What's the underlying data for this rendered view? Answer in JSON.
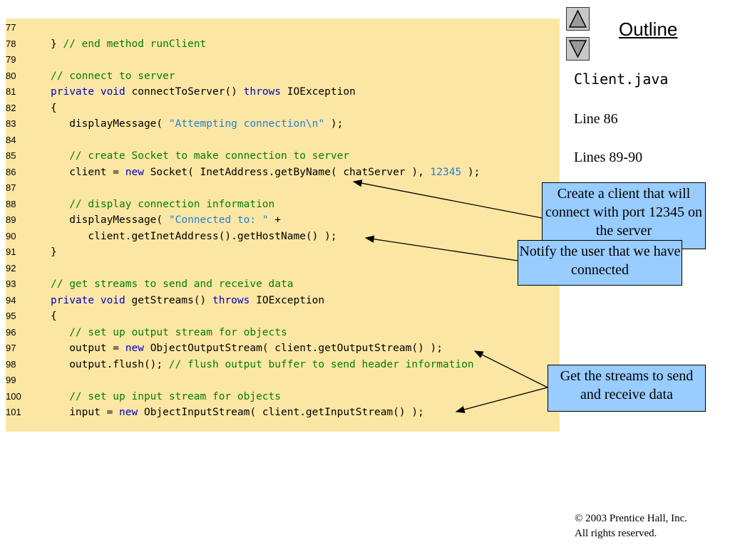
{
  "code_lines": [
    {
      "num": "77",
      "tokens": []
    },
    {
      "num": "78",
      "tokens": [
        {
          "t": "plain",
          "v": "} "
        },
        {
          "t": "comment",
          "v": "// end method runClient"
        }
      ]
    },
    {
      "num": "79",
      "tokens": []
    },
    {
      "num": "80",
      "tokens": [
        {
          "t": "comment",
          "v": "// connect to server"
        }
      ]
    },
    {
      "num": "81",
      "tokens": [
        {
          "t": "keyword",
          "v": "private"
        },
        {
          "t": "plain",
          "v": " "
        },
        {
          "t": "keyword",
          "v": "void"
        },
        {
          "t": "plain",
          "v": " connectToServer() "
        },
        {
          "t": "keyword",
          "v": "throws"
        },
        {
          "t": "plain",
          "v": " IOException"
        }
      ]
    },
    {
      "num": "82",
      "tokens": [
        {
          "t": "plain",
          "v": "{"
        }
      ]
    },
    {
      "num": "83",
      "tokens": [
        {
          "t": "plain",
          "v": "   displayMessage( "
        },
        {
          "t": "string",
          "v": "\"Attempting connection\\n\""
        },
        {
          "t": "plain",
          "v": " );"
        }
      ]
    },
    {
      "num": "84",
      "tokens": []
    },
    {
      "num": "85",
      "tokens": [
        {
          "t": "comment",
          "v": "   // create Socket to make connection to server"
        }
      ]
    },
    {
      "num": "86",
      "tokens": [
        {
          "t": "plain",
          "v": "   client = "
        },
        {
          "t": "keyword",
          "v": "new"
        },
        {
          "t": "plain",
          "v": " Socket( InetAddress.getByName( chatServer ), "
        },
        {
          "t": "number",
          "v": "12345"
        },
        {
          "t": "plain",
          "v": " );"
        }
      ]
    },
    {
      "num": "87",
      "tokens": []
    },
    {
      "num": "88",
      "tokens": [
        {
          "t": "comment",
          "v": "   // display connection information"
        }
      ]
    },
    {
      "num": "89",
      "tokens": [
        {
          "t": "plain",
          "v": "   displayMessage( "
        },
        {
          "t": "string",
          "v": "\"Connected to: \""
        },
        {
          "t": "plain",
          "v": " +"
        }
      ]
    },
    {
      "num": "90",
      "tokens": [
        {
          "t": "plain",
          "v": "      client.getInetAddress().getHostName() );"
        }
      ]
    },
    {
      "num": "91",
      "tokens": [
        {
          "t": "plain",
          "v": "}"
        }
      ]
    },
    {
      "num": "92",
      "tokens": []
    },
    {
      "num": "93",
      "tokens": [
        {
          "t": "comment",
          "v": "// get streams to send and receive data"
        }
      ]
    },
    {
      "num": "94",
      "tokens": [
        {
          "t": "keyword",
          "v": "private"
        },
        {
          "t": "plain",
          "v": " "
        },
        {
          "t": "keyword",
          "v": "void"
        },
        {
          "t": "plain",
          "v": " getStreams() "
        },
        {
          "t": "keyword",
          "v": "throws"
        },
        {
          "t": "plain",
          "v": " IOException"
        }
      ]
    },
    {
      "num": "95",
      "tokens": [
        {
          "t": "plain",
          "v": "{"
        }
      ]
    },
    {
      "num": "96",
      "tokens": [
        {
          "t": "comment",
          "v": "   // set up output stream for objects"
        }
      ]
    },
    {
      "num": "97",
      "tokens": [
        {
          "t": "plain",
          "v": "   output = "
        },
        {
          "t": "keyword",
          "v": "new"
        },
        {
          "t": "plain",
          "v": " ObjectOutputStream( client.getOutputStream() );"
        }
      ]
    },
    {
      "num": "98",
      "tokens": [
        {
          "t": "plain",
          "v": "   output.flush(); "
        },
        {
          "t": "comment",
          "v": "// flush output buffer to send header information"
        }
      ]
    },
    {
      "num": "99",
      "tokens": []
    },
    {
      "num": "100",
      "tokens": [
        {
          "t": "comment",
          "v": "   // set up input stream for objects"
        }
      ]
    },
    {
      "num": "101",
      "tokens": [
        {
          "t": "plain",
          "v": "   input = "
        },
        {
          "t": "keyword",
          "v": "new"
        },
        {
          "t": "plain",
          "v": " ObjectInputStream( client.getInputStream() );"
        }
      ]
    }
  ],
  "sidebar": {
    "title": "Outline",
    "file_name": "Client.java",
    "line_refs": [
      "Line 86",
      "Lines 89-90"
    ]
  },
  "callouts": [
    {
      "text": "Create a client that will connect with port 12345 on the server"
    },
    {
      "text": "Notify the user that we have connected"
    },
    {
      "text": "Get the streams to send and receive data"
    }
  ],
  "footer": {
    "copyright_line1": "© 2003 Prentice Hall, Inc.",
    "copyright_line2": "All rights reserved."
  },
  "colors": {
    "code_background": "#fce6a4",
    "callout_background": "#99ccff",
    "keyword": "#0000cc",
    "comment": "#008000",
    "string": "#1f7fd6"
  },
  "icons": {
    "previous": "triangle-up-icon",
    "next": "triangle-down-icon"
  }
}
